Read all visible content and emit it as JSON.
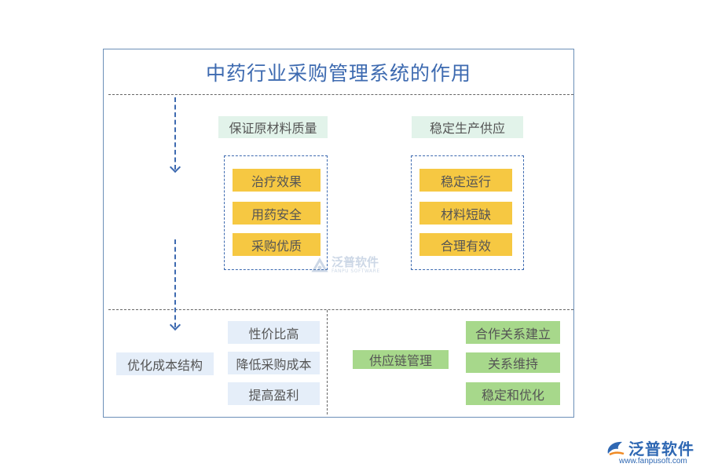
{
  "title": "中药行业采购管理系统的作用",
  "top_left": {
    "header": "保证原材料质量",
    "items": [
      "治疗效果",
      "用药安全",
      "采购优质"
    ]
  },
  "top_right": {
    "header": "稳定生产供应",
    "items": [
      "稳定运行",
      "材料短缺",
      "合理有效"
    ]
  },
  "bottom_left": {
    "label": "优化成本结构",
    "items": [
      "性价比高",
      "降低采购成本",
      "提高盈利"
    ]
  },
  "bottom_right": {
    "label": "供应链管理",
    "items": [
      "合作关系建立",
      "关系维持",
      "稳定和优化"
    ]
  },
  "watermark": {
    "name": "泛普软件",
    "sub": "FANPU SOFTWARE"
  },
  "logo": {
    "name": "泛普软件",
    "url": "www.fanpusoft.com"
  },
  "colors": {
    "frame": "#6c8fb8",
    "title": "#3d6ab0",
    "yellow": "#f6c842",
    "green": "#a7d88b",
    "light_green": "#e2f3ea",
    "light_blue": "#e5eef9"
  }
}
